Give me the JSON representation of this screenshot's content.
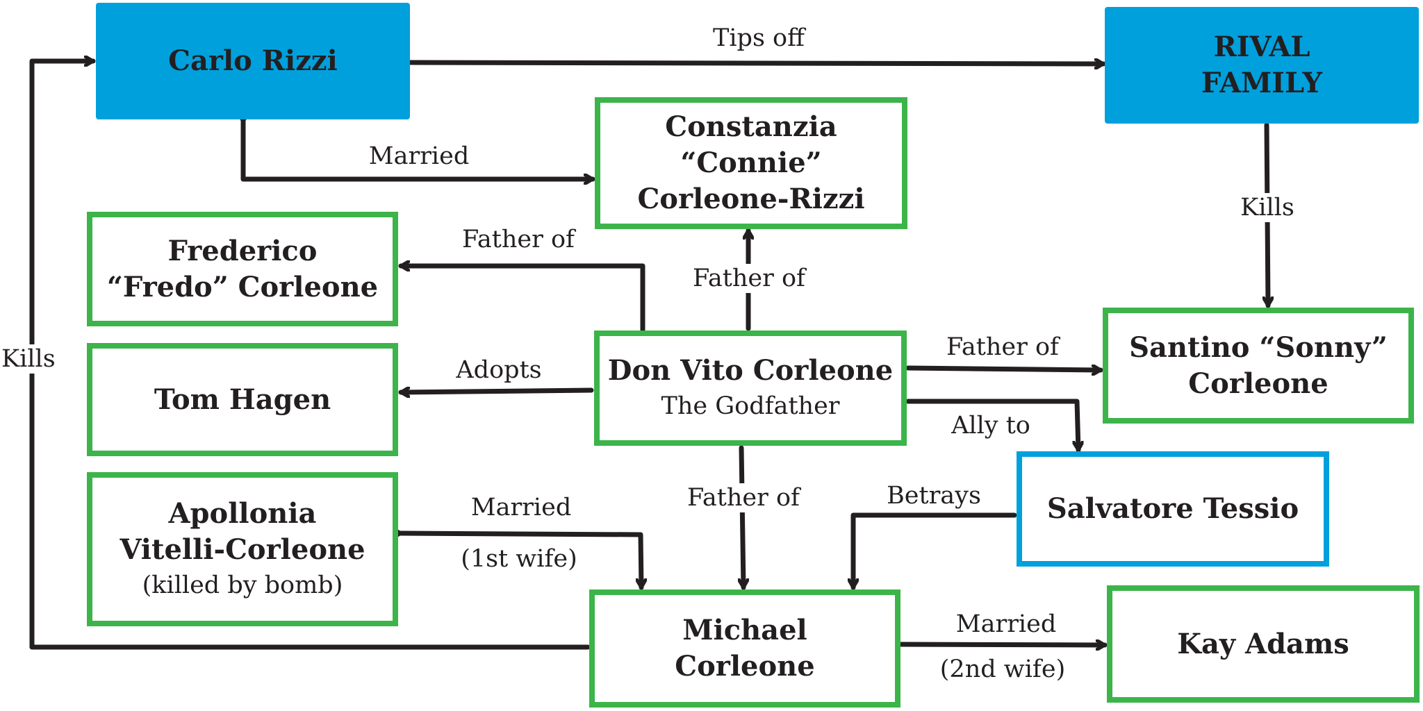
{
  "nodes": {
    "carlo": {
      "lines": [
        "Carlo Rizzi"
      ]
    },
    "rival": {
      "lines": [
        "RIVAL",
        "FAMILY"
      ]
    },
    "connie": {
      "lines": [
        "Constanzia",
        "“Connie”",
        "Corleone-Rizzi"
      ]
    },
    "fredo": {
      "lines": [
        "Frederico",
        "“Fredo” Corleone"
      ]
    },
    "tom": {
      "lines": [
        "Tom Hagen"
      ]
    },
    "vito": {
      "name": "Don Vito Corleone",
      "subtitle": "The Godfather"
    },
    "sonny": {
      "lines": [
        "Santino “Sonny”",
        "Corleone"
      ]
    },
    "tessio": {
      "lines": [
        "Salvatore Tessio"
      ]
    },
    "apollonia": {
      "lines": [
        "Apollonia",
        "Vitelli-Corleone"
      ],
      "note": "(killed by bomb)"
    },
    "michael": {
      "lines": [
        "Michael",
        "Corleone"
      ]
    },
    "kay": {
      "lines": [
        "Kay Adams"
      ]
    }
  },
  "edges": {
    "carlo_rival": {
      "label": "Tips off"
    },
    "carlo_connie": {
      "label": "Married"
    },
    "rival_sonny": {
      "label": "Kills"
    },
    "vito_fredo": {
      "label": "Father of"
    },
    "vito_connie": {
      "label": "Father of"
    },
    "vito_sonny": {
      "label": "Father of"
    },
    "vito_tom": {
      "label": "Adopts"
    },
    "vito_tessio": {
      "label": "Ally to"
    },
    "vito_michael": {
      "label": "Father of"
    },
    "tessio_michael": {
      "label": "Betrays"
    },
    "michael_apollonia": {
      "label": "Married",
      "note": "(1st wife)"
    },
    "michael_kay": {
      "label": "Married",
      "note": "(2nd wife)"
    },
    "michael_carlo": {
      "label": "Kills"
    }
  },
  "colors": {
    "solid_fill": "#00a0dc",
    "green_border": "#3cb44a",
    "blue_border": "#00a0dc",
    "ink": "#231f20"
  }
}
